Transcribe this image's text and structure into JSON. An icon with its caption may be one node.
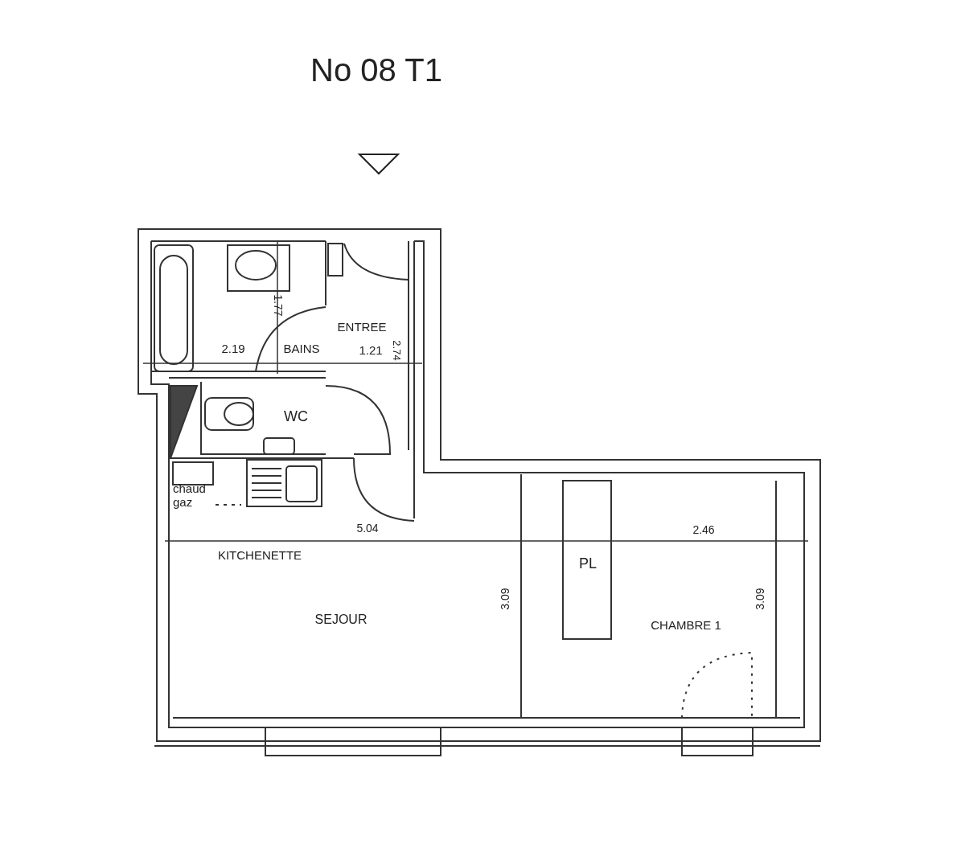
{
  "diagram": {
    "title": "No 08 T1",
    "labels": [
      "ENTREE",
      "1.77",
      "2.19",
      "BAINS",
      "1.21",
      "2.74",
      "WC",
      "chaud gaz",
      "5.04",
      "KITCHENETTE",
      "2.46",
      "PL",
      "3.09",
      "SEJOUR",
      "CHAMBRE 1",
      "3.09"
    ]
  }
}
